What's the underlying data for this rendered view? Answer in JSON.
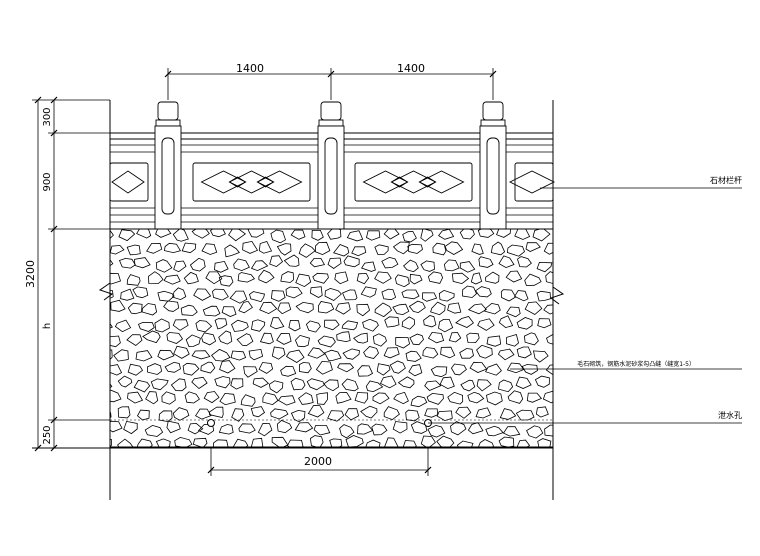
{
  "dimensions": {
    "top_left": "1400",
    "top_right": "1400",
    "total_height": "3200",
    "rail_cap": "300",
    "rail_panel": "900",
    "wall_height": "h",
    "base": "250",
    "drain_spacing": "2000"
  },
  "callouts": {
    "railing": "石材栏杆",
    "wall_material": "毛石砌筑，钢筋水泥砂浆勾凸缝（缝宽1-5）",
    "drain_hole": "泄水孔"
  },
  "colors": {
    "line": "#000000",
    "background": "#ffffff"
  }
}
